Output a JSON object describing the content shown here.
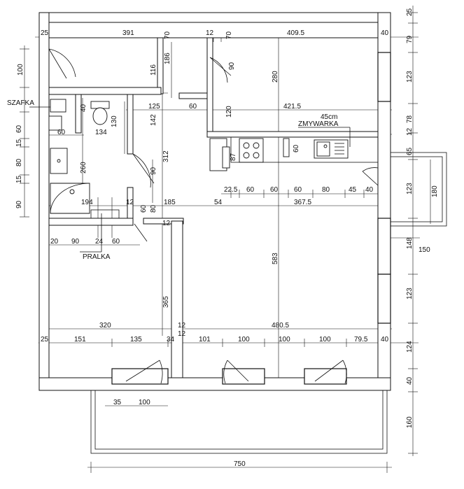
{
  "labels": {
    "szafka": "SZAFKA",
    "pralka": "PRALKA",
    "zmywarka_cm": "45cm",
    "zmywarka": "ZMYWARKA"
  },
  "dimensions": [
    {
      "id": "d-25-top",
      "text": "25"
    },
    {
      "id": "d-391",
      "text": "391"
    },
    {
      "id": "d-70a",
      "text": "70"
    },
    {
      "id": "d-12a",
      "text": "12"
    },
    {
      "id": "d-70b",
      "text": "70"
    },
    {
      "id": "d-409-5",
      "text": "409.5"
    },
    {
      "id": "d-40a",
      "text": "40"
    },
    {
      "id": "d-25-r",
      "text": "25"
    },
    {
      "id": "d-79",
      "text": "79"
    },
    {
      "id": "d-100-l",
      "text": "100"
    },
    {
      "id": "d-116",
      "text": "116"
    },
    {
      "id": "d-186",
      "text": "186"
    },
    {
      "id": "d-90-door",
      "text": "90"
    },
    {
      "id": "d-280",
      "text": "280"
    },
    {
      "id": "d-123a",
      "text": "123"
    },
    {
      "id": "d-40-wc",
      "text": "40"
    },
    {
      "id": "d-125",
      "text": "125"
    },
    {
      "id": "d-60-mid",
      "text": "60"
    },
    {
      "id": "d-120",
      "text": "120"
    },
    {
      "id": "d-421-5",
      "text": "421.5"
    },
    {
      "id": "d-78",
      "text": "78"
    },
    {
      "id": "d-60-l",
      "text": "60"
    },
    {
      "id": "d-60-small",
      "text": "60"
    },
    {
      "id": "d-134",
      "text": "134"
    },
    {
      "id": "d-130",
      "text": "130"
    },
    {
      "id": "d-142",
      "text": "142"
    },
    {
      "id": "d-12-r1",
      "text": "12"
    },
    {
      "id": "d-15a",
      "text": "15"
    },
    {
      "id": "d-80",
      "text": "80"
    },
    {
      "id": "d-15b",
      "text": "15"
    },
    {
      "id": "d-260",
      "text": "260"
    },
    {
      "id": "d-312",
      "text": "312"
    },
    {
      "id": "d-87",
      "text": "87"
    },
    {
      "id": "d-60-k",
      "text": "60"
    },
    {
      "id": "d-65",
      "text": "65"
    },
    {
      "id": "d-90-bath",
      "text": "90"
    },
    {
      "id": "d-123b",
      "text": "123"
    },
    {
      "id": "d-180",
      "text": "180"
    },
    {
      "id": "d-22-5",
      "text": "22.5"
    },
    {
      "id": "d-60-k1",
      "text": "60"
    },
    {
      "id": "d-60-k2",
      "text": "60"
    },
    {
      "id": "d-60-k3",
      "text": "60"
    },
    {
      "id": "d-80-k",
      "text": "80"
    },
    {
      "id": "d-45",
      "text": "45"
    },
    {
      "id": "d-40-k",
      "text": "40"
    },
    {
      "id": "d-90-l",
      "text": "90"
    },
    {
      "id": "d-194",
      "text": "194"
    },
    {
      "id": "d-12b",
      "text": "12"
    },
    {
      "id": "d-60-v",
      "text": "60"
    },
    {
      "id": "d-80-v",
      "text": "80"
    },
    {
      "id": "d-185",
      "text": "185"
    },
    {
      "id": "d-54",
      "text": "54"
    },
    {
      "id": "d-367-5",
      "text": "367.5"
    },
    {
      "id": "d-12c",
      "text": "12"
    },
    {
      "id": "d-20",
      "text": "20"
    },
    {
      "id": "d-90-p",
      "text": "90"
    },
    {
      "id": "d-24",
      "text": "24"
    },
    {
      "id": "d-60-p",
      "text": "60"
    },
    {
      "id": "d-148",
      "text": "148"
    },
    {
      "id": "d-150",
      "text": "150"
    },
    {
      "id": "d-583",
      "text": "583"
    },
    {
      "id": "d-365",
      "text": "365"
    },
    {
      "id": "d-123c",
      "text": "123"
    },
    {
      "id": "d-320",
      "text": "320"
    },
    {
      "id": "d-12d",
      "text": "12"
    },
    {
      "id": "d-480-5",
      "text": "480.5"
    },
    {
      "id": "d-25-b",
      "text": "25"
    },
    {
      "id": "d-151",
      "text": "151"
    },
    {
      "id": "d-135",
      "text": "135"
    },
    {
      "id": "d-34",
      "text": "34"
    },
    {
      "id": "d-12e",
      "text": "12"
    },
    {
      "id": "d-101",
      "text": "101"
    },
    {
      "id": "d-100-b1",
      "text": "100"
    },
    {
      "id": "d-100-b2",
      "text": "100"
    },
    {
      "id": "d-100-b3",
      "text": "100"
    },
    {
      "id": "d-79-5",
      "text": "79.5"
    },
    {
      "id": "d-40-b",
      "text": "40"
    },
    {
      "id": "d-124",
      "text": "124"
    },
    {
      "id": "d-40-r",
      "text": "40"
    },
    {
      "id": "d-35",
      "text": "35"
    },
    {
      "id": "d-100-bal",
      "text": "100"
    },
    {
      "id": "d-160",
      "text": "160"
    },
    {
      "id": "d-750",
      "text": "750"
    }
  ]
}
